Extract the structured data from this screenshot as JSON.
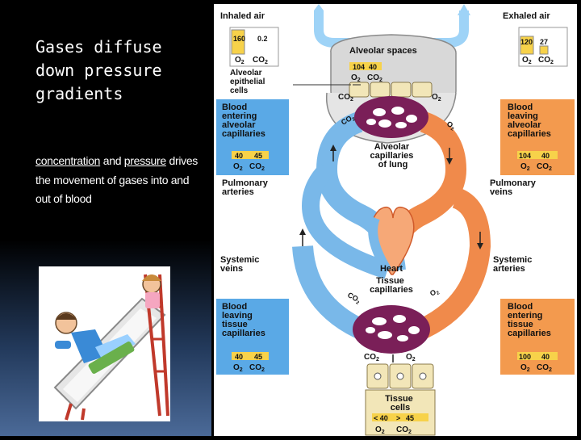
{
  "slide": {
    "title": "Gases diffuse down pressure gradients",
    "body": {
      "link1": "concentration",
      "text1": " and ",
      "link2": "pressure",
      "text2": " drives the movement of gases into and out of blood"
    }
  },
  "diagram": {
    "inhaled_air": "Inhaled air",
    "exhaled_air": "Exhaled air",
    "alveolar_spaces": "Alveolar spaces",
    "alveolar_epithelial": [
      "Alveolar",
      "epithelial",
      "cells"
    ],
    "blood_entering_alv": [
      "Blood",
      "entering",
      "alveolar",
      "capillaries"
    ],
    "blood_leaving_alv": [
      "Blood",
      "leaving",
      "alveolar",
      "capillaries"
    ],
    "alveolar_capillaries": [
      "Alveolar",
      "capillaries",
      "of lung"
    ],
    "pulmonary_arteries": [
      "Pulmonary",
      "arteries"
    ],
    "pulmonary_veins": [
      "Pulmonary",
      "veins"
    ],
    "systemic_veins": [
      "Systemic",
      "veins"
    ],
    "systemic_arteries": [
      "Systemic",
      "arteries"
    ],
    "heart": "Heart",
    "tissue_capillaries": [
      "Tissue",
      "capillaries"
    ],
    "blood_leaving_tissue": [
      "Blood",
      "leaving",
      "tissue",
      "capillaries"
    ],
    "blood_entering_tissue": [
      "Blood",
      "entering",
      "tissue",
      "capillaries"
    ],
    "tissue_cells": [
      "Tissue",
      "cells"
    ],
    "o2": "O",
    "co2": "CO",
    "sub2": "2",
    "values": {
      "inhaled": [
        "160",
        "0.2"
      ],
      "exhaled": [
        "120",
        "27"
      ],
      "alveolar": [
        "104",
        "40"
      ],
      "entering_alv": [
        "40",
        "45"
      ],
      "leaving_alv": [
        "104",
        "40"
      ],
      "leaving_tissue": [
        "40",
        "45"
      ],
      "entering_tissue": [
        "100",
        "40"
      ],
      "tissue_cells": [
        "< 40",
        ">",
        "45"
      ]
    },
    "colors": {
      "blue_box": "#5aa9e6",
      "orange_box": "#f39a4e",
      "value_yellow": "#f7d24a",
      "vessel_blue": "#79b8e9",
      "vessel_orange": "#f08a4b",
      "capillary_purple": "#7a1f58",
      "lung_gray": "#d8d8d8",
      "cell_tan": "#f2e6b8"
    }
  },
  "clipart": {
    "icon": "child-on-slide-clipart"
  }
}
